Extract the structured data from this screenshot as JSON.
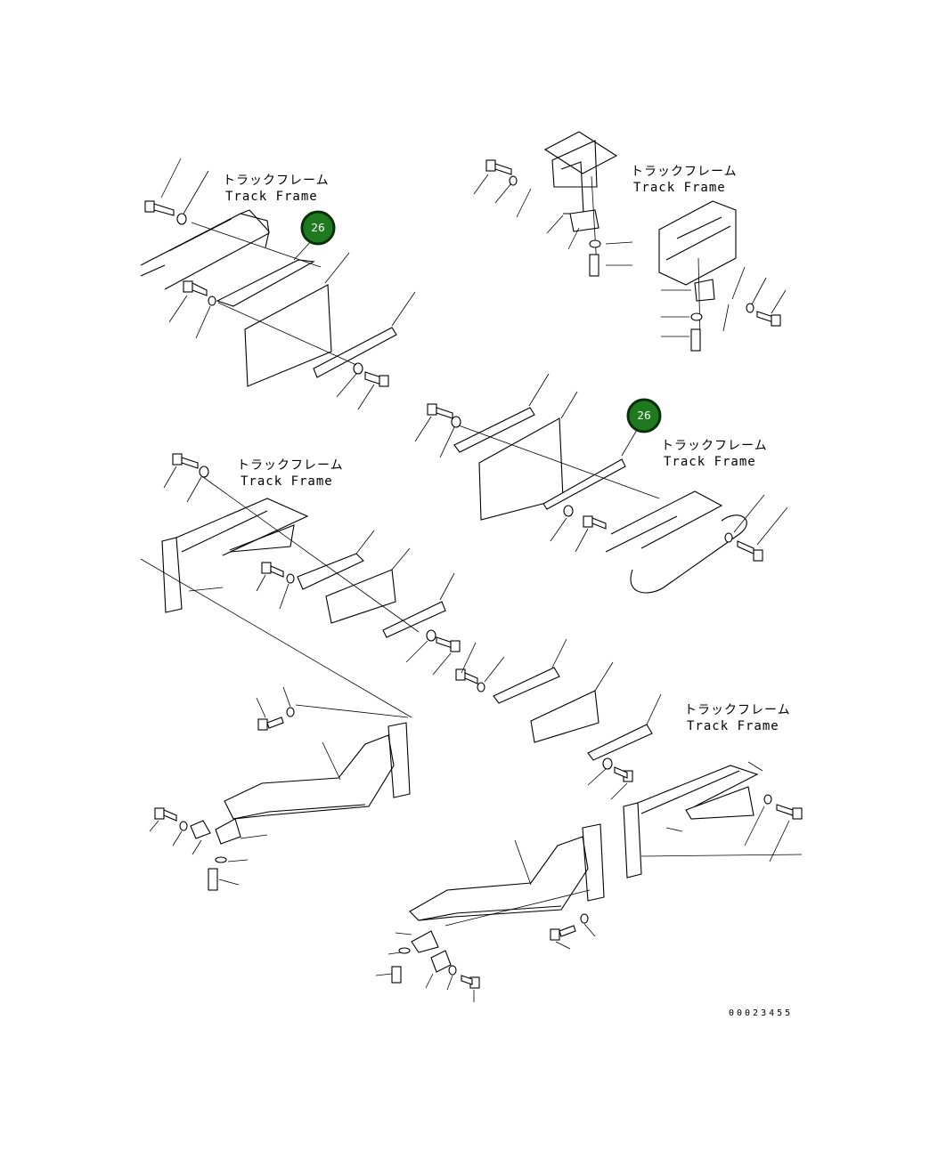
{
  "frame_labels": [
    {
      "jp": "トラックフレーム",
      "en": "Track Frame"
    },
    {
      "jp": "トラックフレーム",
      "en": "Track Frame"
    },
    {
      "jp": "トラックフレーム",
      "en": "Track Frame"
    },
    {
      "jp": "トラックフレーム",
      "en": "Track Frame"
    },
    {
      "jp": "トラックフレーム",
      "en": "Track Frame"
    }
  ],
  "callouts": [
    "26",
    "26"
  ],
  "document_id": "00023455",
  "colors": {
    "callout_fill": "#1f7a1f",
    "line": "#000000",
    "background": "#ffffff"
  }
}
